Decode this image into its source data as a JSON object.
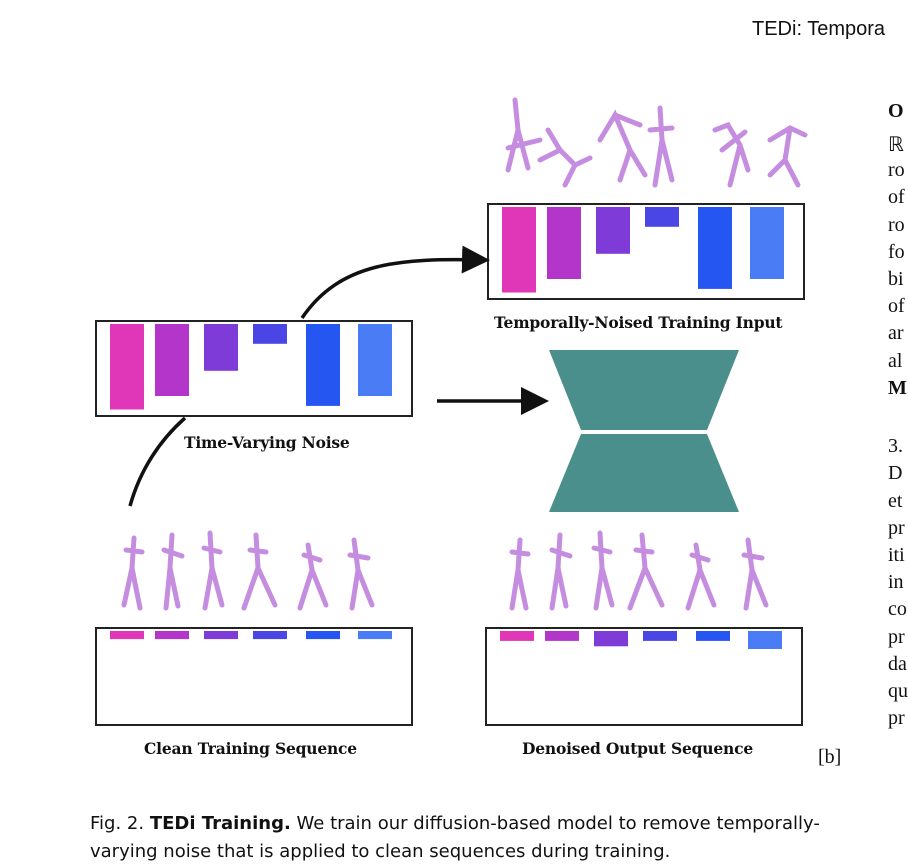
{
  "header": {
    "running_title": "TEDi: Tempora"
  },
  "figure": {
    "labels": {
      "temporally_noised": "Temporally-Noised Training Input",
      "time_varying": "Time-Varying Noise",
      "clean": "Clean Training Sequence",
      "denoised": "Denoised Output Sequence"
    },
    "colors": {
      "bars": [
        "#e036b8",
        "#b435c9",
        "#7e3bd8",
        "#4a46e6",
        "#2656f2",
        "#4a7cf5"
      ],
      "network": "#4a8f8b",
      "figure_color": "#c58de0"
    },
    "noise_levels": {
      "time_varying": [
        0.95,
        0.8,
        0.52,
        0.22,
        0.91,
        0.8
      ],
      "temporally_noised": [
        0.95,
        0.8,
        0.52,
        0.22,
        0.91,
        0.8
      ],
      "clean": [
        0.09,
        0.09,
        0.09,
        0.09,
        0.09,
        0.09
      ],
      "denoised": [
        0.11,
        0.11,
        0.17,
        0.11,
        0.11,
        0.2
      ]
    }
  },
  "right_column": {
    "lines": [
      "O",
      "ℝ",
      "ro",
      "of",
      "ro",
      "fo",
      "bi",
      "of",
      "ar",
      "al",
      "M",
      "",
      "3.",
      "D",
      "et",
      "pr",
      "iti",
      "in",
      "co",
      "pr",
      "da",
      "qu",
      "pr"
    ]
  },
  "reference": "[b]",
  "caption": {
    "prefix": "Fig. 2.",
    "title": "TEDi Training.",
    "text": "We train our diffusion-based model to remove temporally-varying noise that is applied to clean sequences during training."
  }
}
